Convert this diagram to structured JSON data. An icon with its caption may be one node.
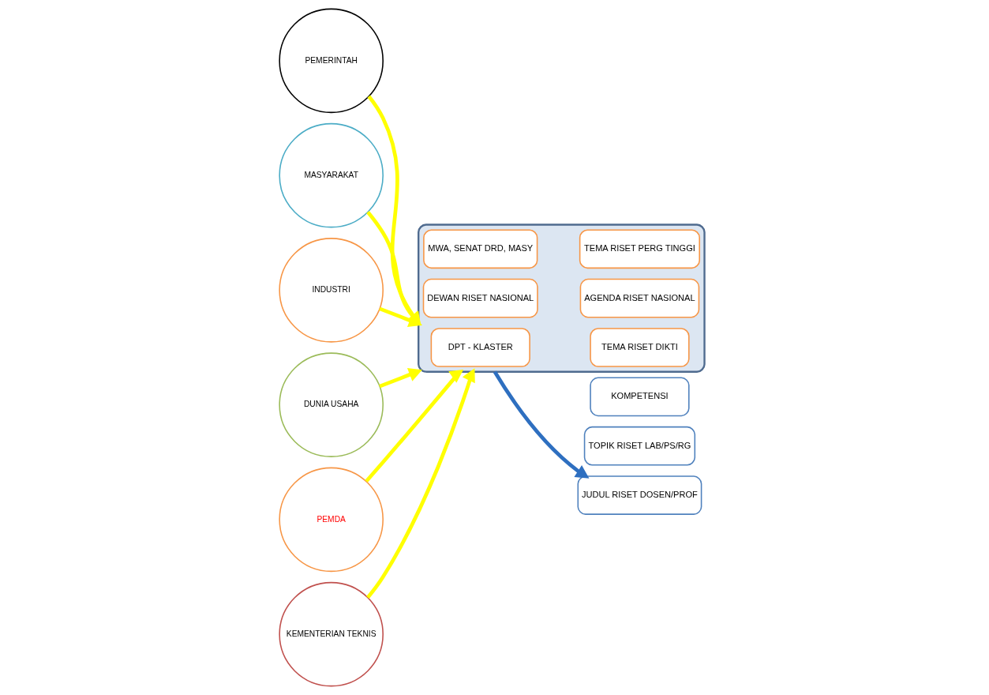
{
  "diagram": {
    "nodes": [
      {
        "text": [
          "PEMERINTAH"
        ]
      },
      {
        "text": [
          "MASYARAKAT"
        ]
      },
      {
        "text": [
          "INDUSTRI"
        ]
      },
      {
        "text": [
          "DUNIA USAHA"
        ]
      },
      {
        "text": [
          "PEMDA"
        ]
      },
      {
        "text": [
          "KEMENTERIAN TEKNIS"
        ]
      },
      {
        "text": [],
        "shape": "box"
      },
      {
        "text": [
          "DEWAN RISET NASIONAL"
        ],
        "in": 6
      },
      {
        "text": [
          "AGENDA RISET NASIONAL"
        ],
        "in": 6
      },
      {
        "text": [
          "DPT - KLASTER"
        ],
        "in": 6
      },
      {
        "text": [
          "TEMA RISET DIKTI"
        ],
        "in": 6
      },
      {
        "text": [
          "MWA, SENAT DRD, MASY"
        ],
        "in": 6
      },
      {
        "text": [
          "TEMA RISET PERG TINGGI"
        ],
        "in": 6
      },
      {
        "text": [
          "TOPIK RISET LAB/PS/RG"
        ]
      },
      {
        "text": [
          "JUDUL RISET DOSEN/PROF"
        ]
      },
      {
        "text": [
          "KOMPETENSI"
        ]
      }
    ],
    "edges": [
      {
        "from": 0,
        "to": 6,
        "arrow": "to"
      },
      {
        "from": 1,
        "to": 6,
        "arrow": "to"
      },
      {
        "from": 2,
        "to": 6,
        "arrow": "to"
      },
      {
        "from": 3,
        "to": 6,
        "arrow": "to"
      },
      {
        "from": 4,
        "to": 6,
        "arrow": "to"
      },
      {
        "from": 5,
        "to": 6,
        "arrow": "to"
      },
      {
        "from": 6,
        "to": 14,
        "arrow": "to",
        "color": "#2e6fc0"
      }
    ]
  }
}
